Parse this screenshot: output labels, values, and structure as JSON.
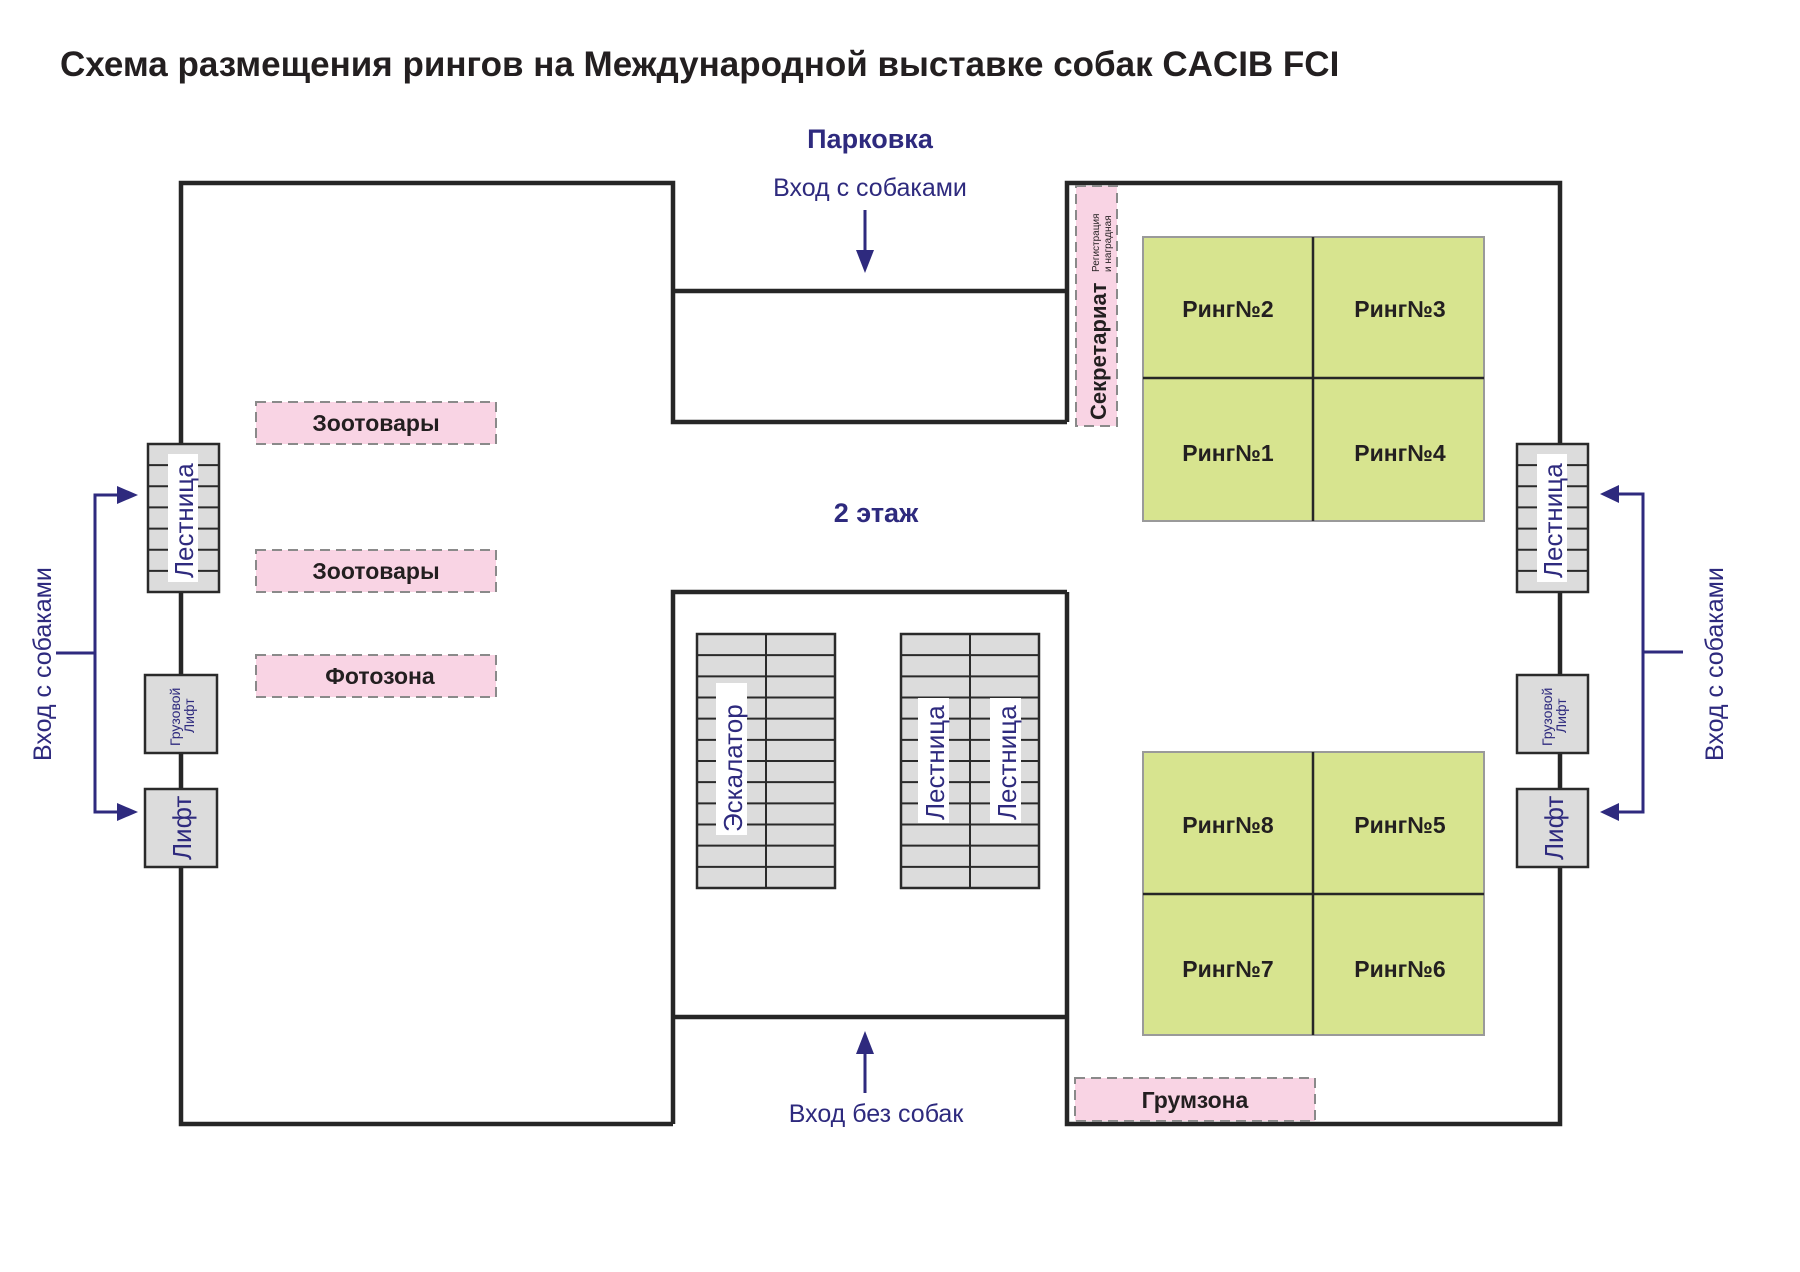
{
  "title": "Схема размещения рингов на Международной выставке собак CACIB FCI",
  "labels": {
    "parking": "Парковка",
    "entry_with_dogs_top": "Вход с собаками",
    "entry_without_dogs": "Вход без собак",
    "floor": "2 этаж",
    "entry_with_dogs_left": "Вход с собаками",
    "entry_with_dogs_right": "Вход с собаками"
  },
  "secretariat": {
    "label": "Секретариат",
    "sub_line1": "Регистрация",
    "sub_line2": "и наградная"
  },
  "zones": {
    "pet_goods_1": "Зоотовары",
    "pet_goods_2": "Зоотовары",
    "photo_zone": "Фотозона",
    "grooming_zone": "Грумзона"
  },
  "rings_top": [
    "Ринг№2",
    "Ринг№3",
    "Ринг№1",
    "Ринг№4"
  ],
  "rings_bottom": [
    "Ринг№8",
    "Ринг№5",
    "Ринг№7",
    "Ринг№6"
  ],
  "left_side": {
    "stairs": "Лестница",
    "freight_lift_line1": "Грузовой",
    "freight_lift_line2": "Лифт",
    "lift": "Лифт"
  },
  "right_side": {
    "stairs": "Лестница",
    "freight_lift_line1": "Грузовой",
    "freight_lift_line2": "Лифт",
    "lift": "Лифт"
  },
  "center": {
    "escalator": "Эскалатор",
    "stairs_1": "Лестница",
    "stairs_2": "Лестница"
  },
  "colors": {
    "accent_navy": "#2e2a7e",
    "ring_fill": "#d7e48f",
    "zone_pink": "#f9d4e4",
    "structure_gray": "#dcdcdc"
  }
}
